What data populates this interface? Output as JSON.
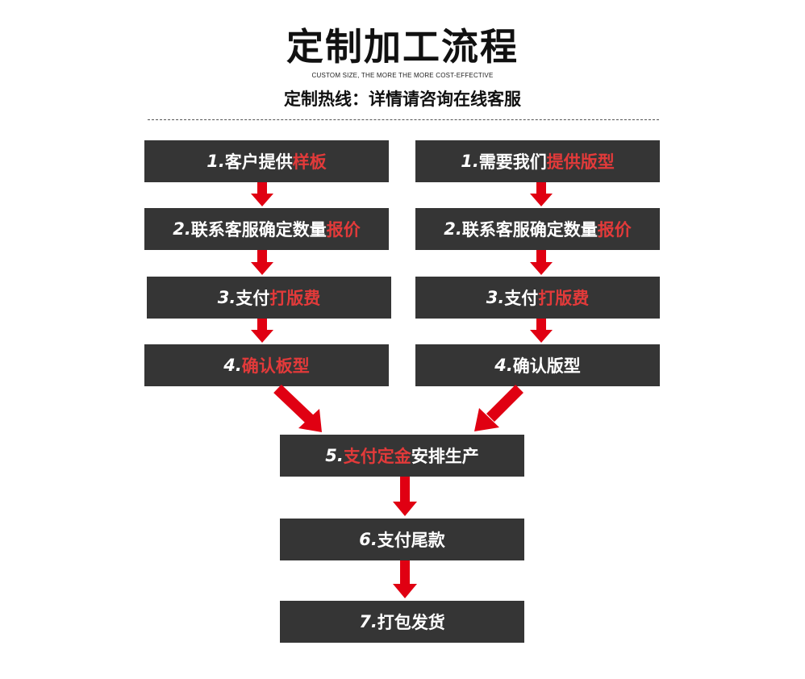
{
  "header": {
    "title": "定制加工流程",
    "subtitle": "CUSTOM SIZE, THE MORE THE MORE COST-EFFECTIVE",
    "hotline": "定制热线：详情请咨询在线客服"
  },
  "colors": {
    "box": "#353535",
    "highlight": "#e23a3a",
    "arrow": "#e00012",
    "text": "#ffffff"
  },
  "left_flow": [
    {
      "num": "1.",
      "plain": "客户提供",
      "hl": "样板"
    },
    {
      "num": "2.",
      "plain": "联系客服确定数量",
      "hl": "报价"
    },
    {
      "num": "3.",
      "plain": "支付",
      "hl": "打版费"
    },
    {
      "num": "4.",
      "plain": "",
      "hl": "确认板型"
    }
  ],
  "right_flow": [
    {
      "num": "1.",
      "plain": "需要我们",
      "hl": "提供版型"
    },
    {
      "num": "2.",
      "plain": "联系客服确定数量",
      "hl": "报价"
    },
    {
      "num": "3.",
      "plain": "支付",
      "hl": "打版费"
    },
    {
      "num": "4.",
      "plain": "确认版型",
      "hl": ""
    }
  ],
  "merged_flow": [
    {
      "num": "5.",
      "hl": "支付定金",
      "plain": "安排生产"
    },
    {
      "num": "6.",
      "hl": "",
      "plain": "支付尾款"
    },
    {
      "num": "7.",
      "hl": "",
      "plain": "打包发货"
    }
  ]
}
